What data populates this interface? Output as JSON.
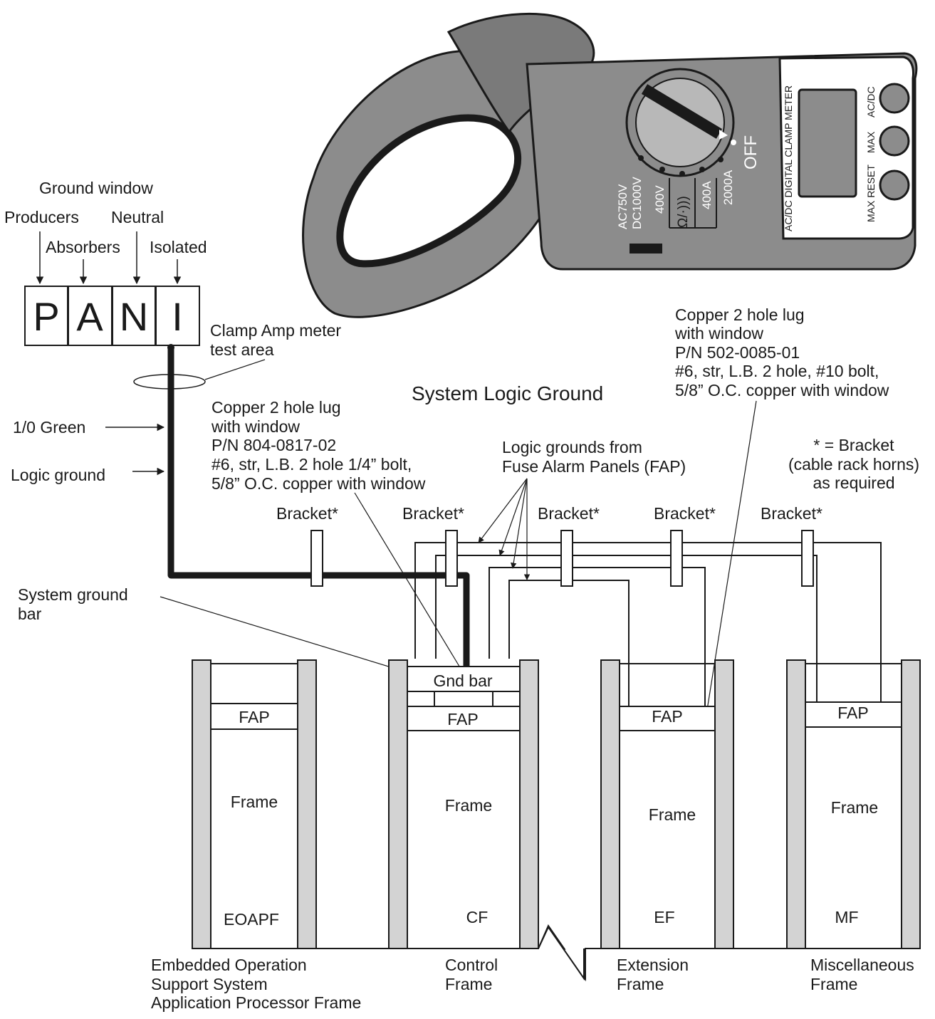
{
  "pani": {
    "ground_window": "Ground window",
    "producers": "Producers",
    "absorbers": "Absorbers",
    "neutral": "Neutral",
    "isolated": "Isolated",
    "letters": [
      "P",
      "A",
      "N",
      "I"
    ]
  },
  "labels": {
    "clamp_test_area": [
      "Clamp Amp meter",
      "test area"
    ],
    "green_wire": "1/0 Green",
    "logic_ground": "Logic ground",
    "system_ground_bar": [
      "System ground",
      "bar"
    ],
    "title": "System Logic Ground",
    "lug_left": [
      "Copper 2 hole lug",
      "with window",
      "P/N 804-0817-02",
      "#6, str, L.B. 2 hole 1/4” bolt,",
      "5/8” O.C. copper with window"
    ],
    "lug_right": [
      "Copper 2 hole lug",
      "with window",
      "P/N 502-0085-01",
      "#6, str, L.B. 2 hole, #10 bolt,",
      "5/8” O.C. copper with window"
    ],
    "logic_grounds_fap": [
      "Logic grounds from",
      "Fuse Alarm Panels (FAP)"
    ],
    "bracket_note": [
      "* = Bracket",
      "(cable rack horns)",
      "as required"
    ],
    "bracket": "Bracket*",
    "gnd_bar": "Gnd bar"
  },
  "frames": [
    {
      "fap": "FAP",
      "frame": "Frame",
      "code": "EOAPF",
      "caption": [
        "Embedded  Operation",
        "Support  System",
        "Application Processor Frame"
      ]
    },
    {
      "fap": "FAP",
      "frame": "Frame",
      "code": "CF",
      "caption": [
        "Control",
        "Frame"
      ]
    },
    {
      "fap": "FAP",
      "frame": "Frame",
      "code": "EF",
      "caption": [
        "Extension",
        "Frame"
      ]
    },
    {
      "fap": "FAP",
      "frame": "Frame",
      "code": "MF",
      "caption": [
        "Miscellaneous",
        "Frame"
      ]
    }
  ],
  "meter": {
    "brand": "AC/DC DIGITAL CLAMP METER",
    "off": "OFF",
    "ranges": [
      "AC750V",
      "DC1000V",
      "400V",
      "Ω/·)))",
      "400A",
      "2000A"
    ],
    "buttons": [
      "AC/DC",
      "MAX",
      "MAX RESET"
    ]
  },
  "colors": {
    "meter_body": "#8c8c8c",
    "meter_dark": "#6b6b6b",
    "frame_side": "#d3d3d3",
    "line": "#1a1a1a"
  }
}
